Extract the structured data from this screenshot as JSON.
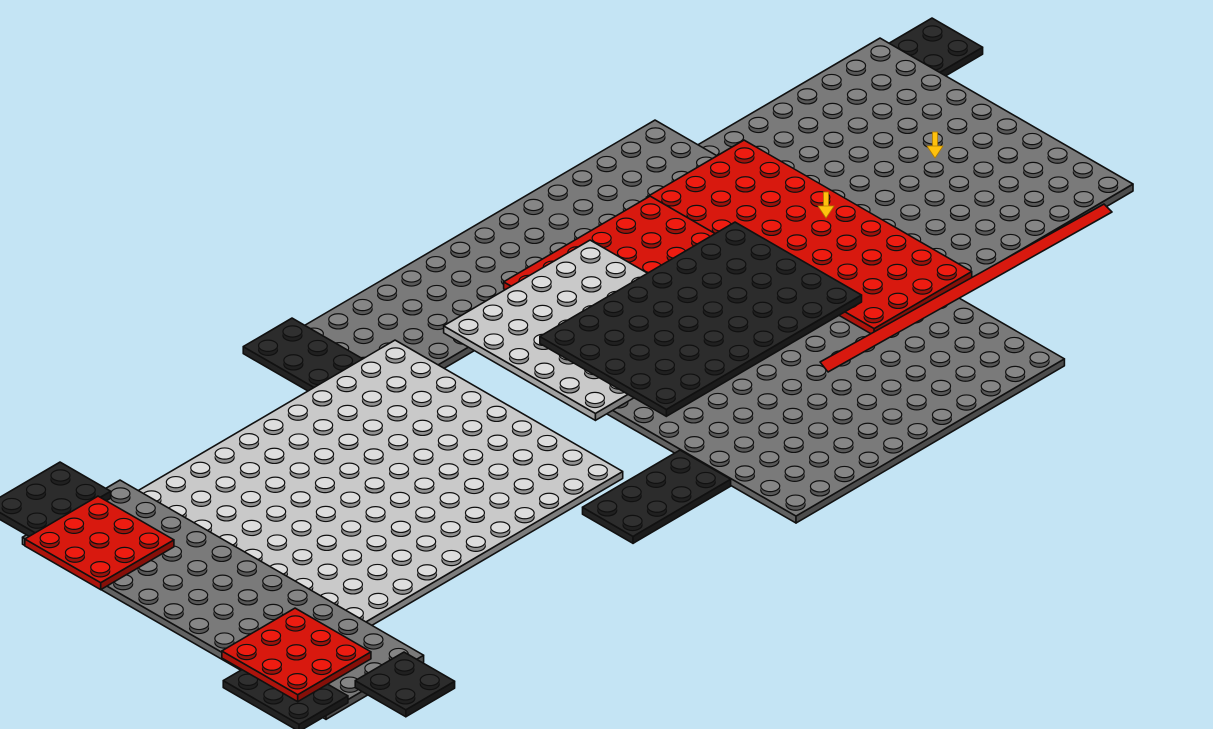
{
  "colors": {
    "background": "#c4e4f4",
    "dark_gray": "#7a7a7a",
    "light_gray": "#c9c9c9",
    "black": "#2c2c2c",
    "red": "#d8190f",
    "arrow_yellow": "#ffc20e"
  },
  "plates": [
    {
      "name": "plate-dark-gray-top-right",
      "color": "dark_gray"
    },
    {
      "name": "plate-dark-gray-back-left",
      "color": "dark_gray"
    },
    {
      "name": "plate-dark-gray-lower-right",
      "color": "dark_gray"
    },
    {
      "name": "plate-dark-gray-front-left",
      "color": "dark_gray"
    },
    {
      "name": "plate-light-gray-large",
      "color": "light_gray"
    },
    {
      "name": "plate-light-gray-center",
      "color": "light_gray"
    },
    {
      "name": "plate-black-center",
      "color": "black"
    },
    {
      "name": "plate-black-corner-top-right",
      "color": "black"
    },
    {
      "name": "plate-black-corner-left",
      "color": "black"
    },
    {
      "name": "plate-black-corner-front-left",
      "color": "black"
    },
    {
      "name": "plate-black-corner-front-right",
      "color": "black"
    },
    {
      "name": "plate-black-mid-left",
      "color": "black"
    },
    {
      "name": "plate-black-mid-bottom",
      "color": "black"
    },
    {
      "name": "plate-red-u-shape",
      "color": "red"
    },
    {
      "name": "plate-red-front-left",
      "color": "red"
    },
    {
      "name": "plate-red-front-middle",
      "color": "red"
    },
    {
      "name": "bar-red-thin",
      "color": "red"
    }
  ],
  "arrows": [
    {
      "name": "placement-arrow-1",
      "color": "arrow_yellow"
    },
    {
      "name": "placement-arrow-2",
      "color": "arrow_yellow"
    }
  ]
}
